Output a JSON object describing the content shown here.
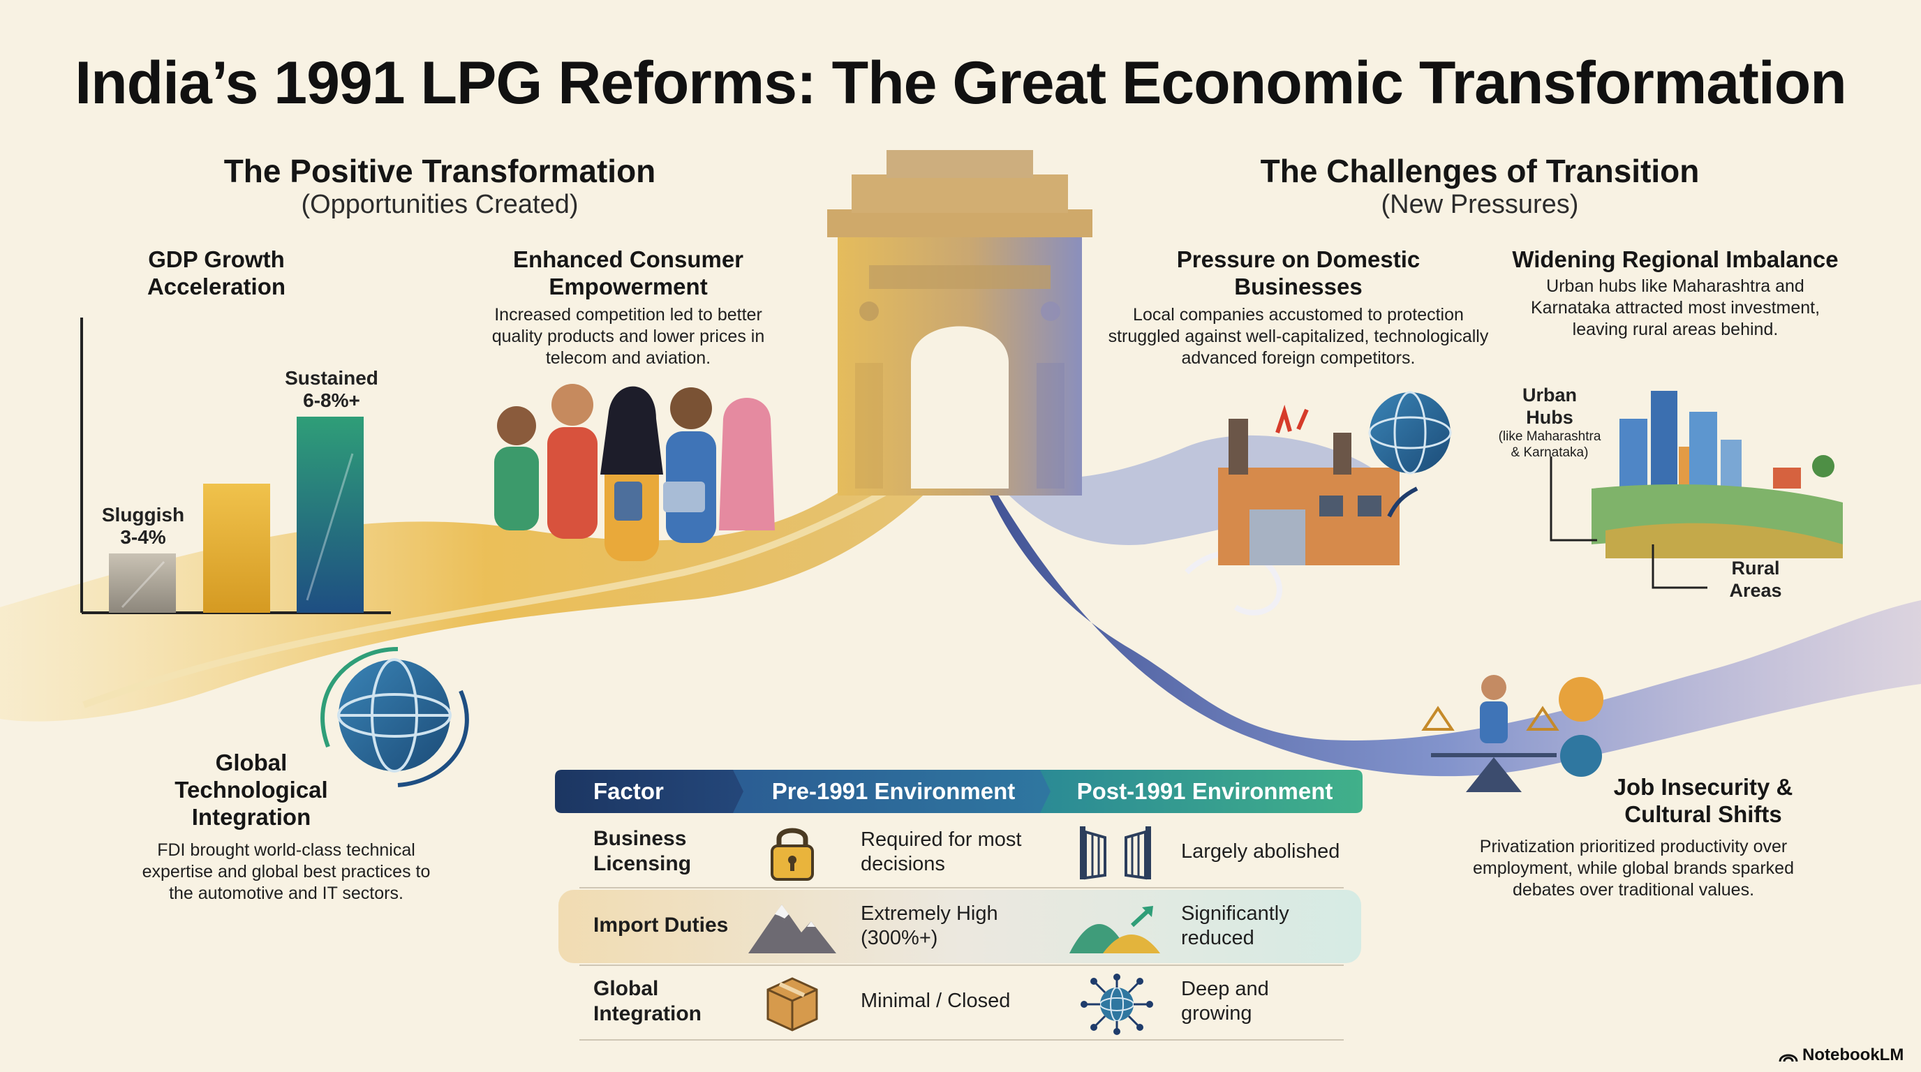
{
  "title": "India’s 1991 LPG Reforms: The Great Economic Transformation",
  "left_section": {
    "title": "The Positive Transformation",
    "subtitle": "(Opportunities Created)",
    "gdp": {
      "title_line1": "GDP Growth",
      "title_line2": "Acceleration",
      "bar_low_line1": "Sluggish",
      "bar_low_line2": "3-4%",
      "bar_high_line1": "Sustained",
      "bar_high_line2": "6-8%+"
    },
    "consumer": {
      "title_line1": "Enhanced Consumer",
      "title_line2": "Empowerment",
      "desc_line1": "Increased competition led to better",
      "desc_line2": "quality products and lower prices in",
      "desc_line3": "telecom and aviation."
    },
    "global_tech": {
      "title_line1": "Global",
      "title_line2": "Technological",
      "title_line3": "Integration",
      "desc_line1": "FDI brought world-class technical",
      "desc_line2": "expertise and global best practices to",
      "desc_line3": "the automotive and IT sectors."
    }
  },
  "right_section": {
    "title": "The Challenges of Transition",
    "subtitle": "(New Pressures)",
    "domestic": {
      "title_line1": "Pressure on Domestic",
      "title_line2": "Businesses",
      "desc_line1": "Local companies accustomed to protection",
      "desc_line2": "struggled against well-capitalized, technologically",
      "desc_line3": "advanced foreign competitors."
    },
    "regional": {
      "title": "Widening Regional Imbalance",
      "desc_line1": "Urban hubs like Maharashtra and",
      "desc_line2": "Karnataka attracted most investment,",
      "desc_line3": "leaving rural areas behind.",
      "urban_label_line1": "Urban",
      "urban_label_line2": "Hubs",
      "urban_sub_line1": "(like Maharashtra",
      "urban_sub_line2": "& Karnataka)",
      "rural_label_line1": "Rural",
      "rural_label_line2": "Areas"
    },
    "jobs": {
      "title_line1": "Job Insecurity &",
      "title_line2": "Cultural Shifts",
      "desc_line1": "Privatization prioritized productivity over",
      "desc_line2": "employment, while global brands sparked",
      "desc_line3": "debates over traditional values."
    }
  },
  "table": {
    "headers": [
      "Factor",
      "Pre-1991 Environment",
      "Post-1991 Environment"
    ],
    "rows": [
      {
        "factor_line1": "Business",
        "factor_line2": "Licensing",
        "pre_line1": "Required for most",
        "pre_line2": "decisions",
        "pre_icon": "padlock-icon",
        "post_line1": "Largely abolished",
        "post_line2": "",
        "post_icon": "open-gate-icon"
      },
      {
        "factor_line1": "Import Duties",
        "factor_line2": "",
        "pre_line1": "Extremely High",
        "pre_line2": "(300%+)",
        "pre_icon": "mountain-icon",
        "post_line1": "Significantly",
        "post_line2": "reduced",
        "post_icon": "hills-arrow-icon"
      },
      {
        "factor_line1": "Global",
        "factor_line2": "Integration",
        "pre_line1": "Minimal / Closed",
        "pre_line2": "",
        "pre_icon": "closed-box-icon",
        "post_line1": "Deep and",
        "post_line2": "growing",
        "post_icon": "network-globe-icon"
      }
    ]
  },
  "brand": "NotebookLM",
  "colors": {
    "background": "#f8f2e3",
    "gold": "#e3b43c",
    "blue_navy": "#1f3c6b",
    "teal": "#3aa88a",
    "purple": "#6f62ad"
  }
}
